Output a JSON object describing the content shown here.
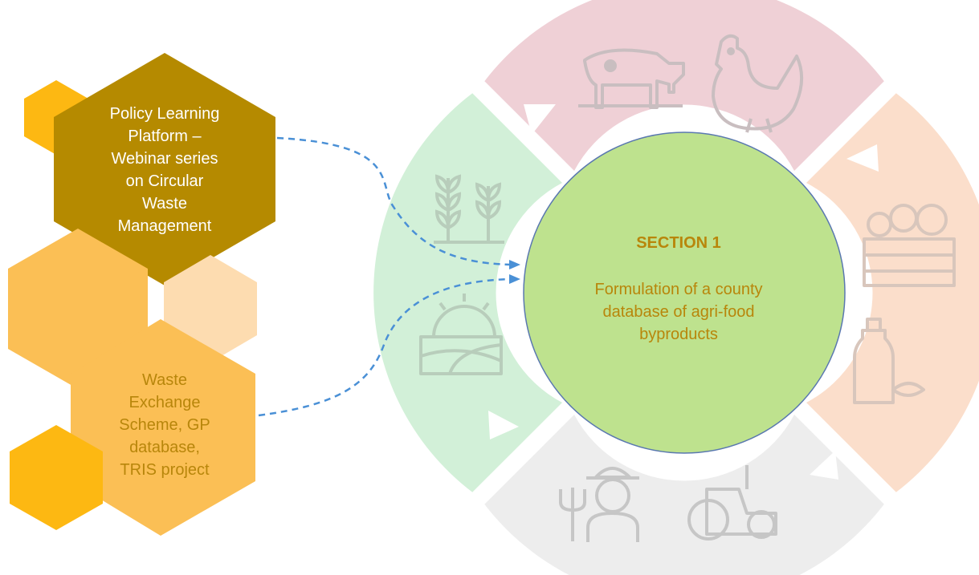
{
  "colors": {
    "hex_dark_gold": "#B58A00",
    "hex_light_orange": "#FBBF55",
    "hex_pale_peach": "#FDDCB0",
    "hex_orange": "#FDB812",
    "segment_livestock": "#EFD0D6",
    "segment_produce": "#FBDECB",
    "segment_farm_labor": "#EDEDED",
    "segment_crops": "#D2F0D8",
    "center_circle": "#BEE28E",
    "connector": "#4A90D6",
    "text_light": "#FFFFFF",
    "text_gold": "#B8860B"
  },
  "hexagons": {
    "policy": {
      "lines": [
        "Policy Learning",
        "Platform –",
        "Webinar series",
        "on Circular",
        "Waste",
        "Management"
      ]
    },
    "waste": {
      "lines": [
        "Waste",
        "Exchange",
        "Scheme, GP",
        "database,",
        "TRIS project"
      ]
    }
  },
  "center": {
    "title": "SECTION 1",
    "lines": [
      "Formulation of a county",
      "database of agri-food",
      "byproducts"
    ]
  },
  "segments": [
    {
      "name": "livestock",
      "icons": [
        "cow-icon",
        "chicken-icon"
      ]
    },
    {
      "name": "produce",
      "icons": [
        "vegetable-crate-icon",
        "oil-bottle-icon"
      ]
    },
    {
      "name": "farm-labor",
      "icons": [
        "pitchfork-icon",
        "farmer-icon",
        "tractor-icon"
      ]
    },
    {
      "name": "crops",
      "icons": [
        "wheat-icon",
        "sunrise-field-icon"
      ]
    }
  ]
}
